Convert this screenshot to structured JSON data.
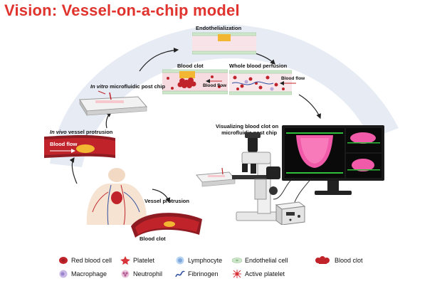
{
  "title": "Vision: Vessel-on-a-chip model",
  "labels": {
    "endothelialization": "Endothelialization",
    "blood_clot_chip": "Blood clot",
    "whole_blood_perfusion": "Whole blood perfusion",
    "blood_flow_right": "Blood flow",
    "blood_flow_left": "Blood flow",
    "in_vitro_em": "In vitro",
    "in_vitro_rest": " microfluidic post chip",
    "in_vivo_em": "In vivo",
    "in_vivo_rest": " vessel protrusion",
    "blood_flow_vessel": "Blood flow",
    "visualizing_line1": "Visualizing blood clot on",
    "visualizing_line2": "microfluidic post chip",
    "vessel_protrusion": "Vessel protrusion",
    "blood_clot_bottom": "Blood clot"
  },
  "legend": [
    {
      "icon": "red-blood-cell-icon",
      "label": "Red blood cell"
    },
    {
      "icon": "platelet-icon",
      "label": "Platelet"
    },
    {
      "icon": "lymphocyte-icon",
      "label": "Lymphocyte"
    },
    {
      "icon": "endothelial-cell-icon",
      "label": "Endothelial cell"
    },
    {
      "icon": "blood-clot-icon",
      "label": "Blood clot"
    },
    {
      "icon": "macrophage-icon",
      "label": "Macrophage"
    },
    {
      "icon": "neutrophil-icon",
      "label": "Neutrophil"
    },
    {
      "icon": "fibrinogen-icon",
      "label": "Fibrinogen"
    },
    {
      "icon": "active-platelet-icon",
      "label": "Active platelet"
    }
  ],
  "colors": {
    "title": "#e0332d",
    "blood": "#c0242a",
    "clot_yellow": "#f2b632",
    "arc": "#dfe6f2",
    "chip_pink": "#f6dbe0",
    "endothelium_green": "#cfe7cc"
  }
}
